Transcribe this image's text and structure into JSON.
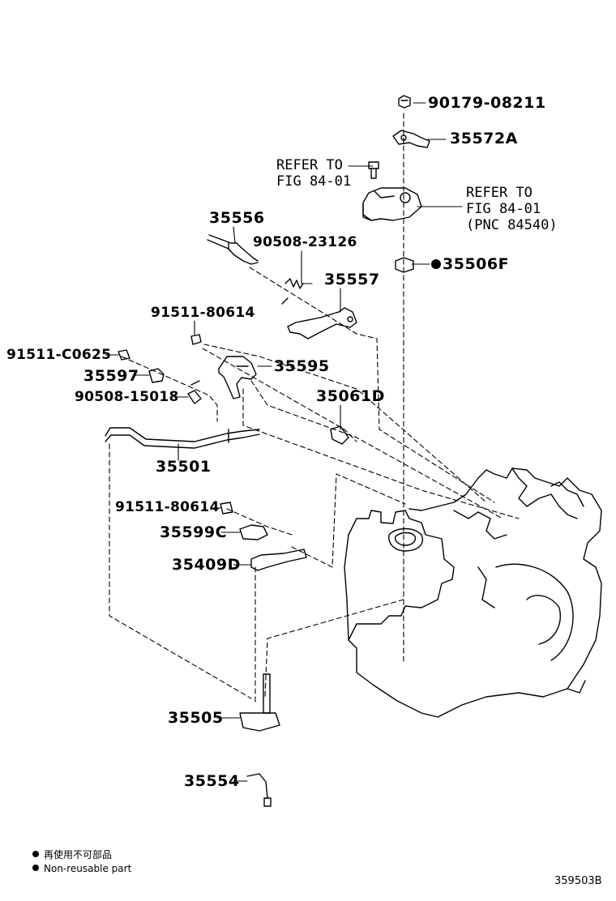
{
  "diagram_id": "359503B",
  "parts": {
    "p90179_08211": "90179-08211",
    "p35572A": "35572A",
    "p35556": "35556",
    "p90508_23126": "90508-23126",
    "p35557": "35557",
    "p35506F": "35506F",
    "p91511_80614_a": "91511-80614",
    "p91511_C0625": "91511-C0625",
    "p35597": "35597",
    "p35595": "35595",
    "p90508_15018": "90508-15018",
    "p35061D": "35061D",
    "p35501": "35501",
    "p91511_80614_b": "91511-80614",
    "p35599C": "35599C",
    "p35409D": "35409D",
    "p35505": "35505",
    "p35554": "35554"
  },
  "refs": {
    "ref1_line1": "REFER TO",
    "ref1_line2": "FIG 84-01",
    "ref2_line1": "REFER TO",
    "ref2_line2": "FIG 84-01",
    "ref2_line3": "(PNC 84540)"
  },
  "legend": {
    "line1": "再使用不可部品",
    "line2": "Non-reusable part"
  }
}
